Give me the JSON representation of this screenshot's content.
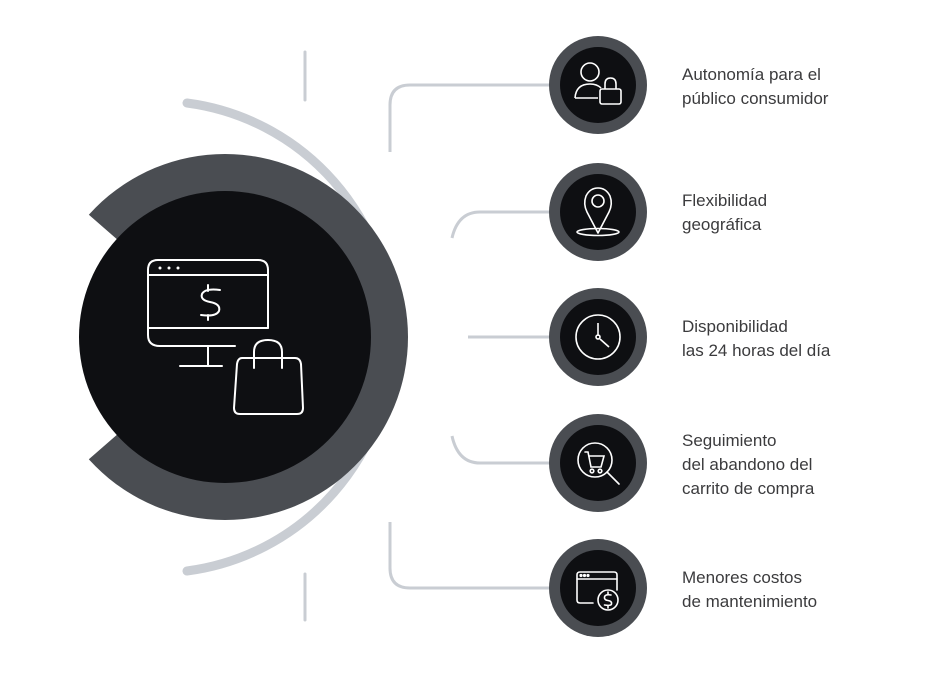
{
  "colors": {
    "ring": "#4a4d52",
    "core": "#0e0f12",
    "connector": "#c9cdd3",
    "text": "#3b3b3d",
    "icon": "#ffffff"
  },
  "center": {
    "icon": "monitor-dollar-shopping-bag-icon"
  },
  "items": [
    {
      "icon": "user-shopping-bag-icon",
      "lines": [
        "Autonomía para el",
        "público consumidor"
      ]
    },
    {
      "icon": "map-pin-icon",
      "lines": [
        "Flexibilidad",
        "geográfica"
      ]
    },
    {
      "icon": "clock-icon",
      "lines": [
        "Disponibilidad",
        "las 24 horas del día"
      ]
    },
    {
      "icon": "cart-search-icon",
      "lines": [
        "Seguimiento",
        "del abandono del",
        "carrito de compra"
      ]
    },
    {
      "icon": "browser-dollar-icon",
      "lines": [
        "Menores costos",
        "de mantenimiento"
      ]
    }
  ]
}
